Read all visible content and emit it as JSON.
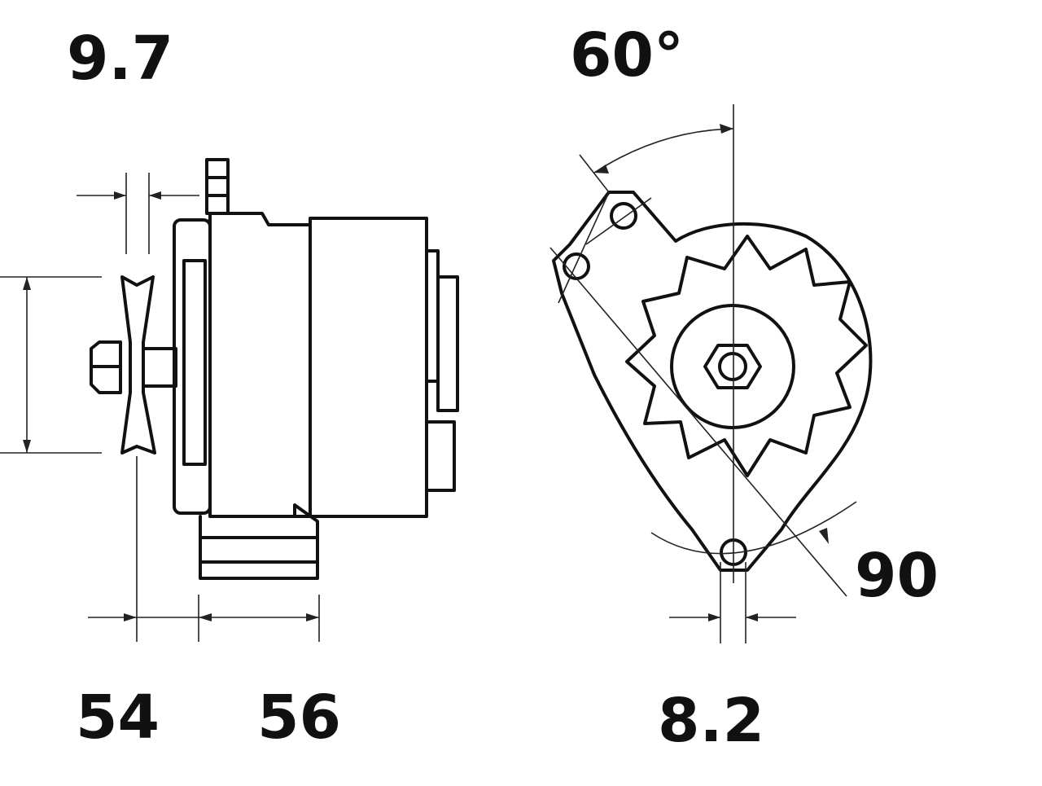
{
  "dimensions": {
    "top_left": "9.7",
    "angle": "60°",
    "radius": "90",
    "bottom_left": "54",
    "bottom_mid": "56",
    "bottom_right": "8.2"
  },
  "colors": {
    "line": "#111111",
    "background": "#ffffff"
  }
}
